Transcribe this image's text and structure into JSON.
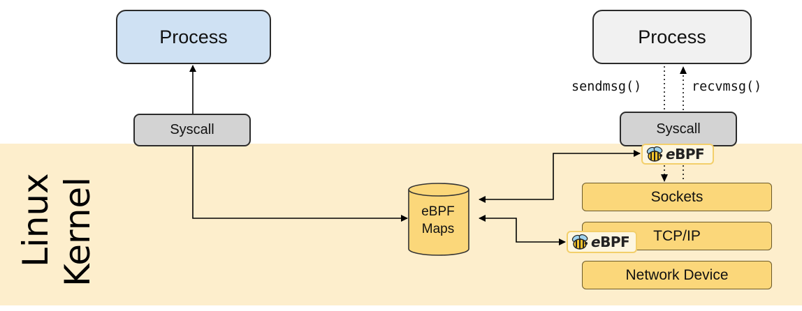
{
  "kernel": {
    "label_line1": "Linux",
    "label_line2": "Kernel"
  },
  "user_space": {
    "process_left": "Process",
    "process_right": "Process",
    "syscall_left": "Syscall",
    "syscall_right": "Syscall",
    "sendmsg": "sendmsg()",
    "recvmsg": "recvmsg()"
  },
  "network_stack": {
    "sockets": "Sockets",
    "tcpip": "TCP/IP",
    "network_device": "Network Device"
  },
  "ebpf": {
    "badge_prefix": "e",
    "badge_suffix": "BPF",
    "maps_line1": "eBPF",
    "maps_line2": "Maps"
  },
  "colors": {
    "kernel_background": "#fdeecc",
    "left_process": "#cfe1f3",
    "right_process": "#f1f1f1",
    "syscall": "#d3d3d3",
    "stack_layer": "#fbd77a",
    "ebpf_badge_border": "#f3cf6a"
  },
  "icons": [
    "bee-icon",
    "ebpf-maps-cylinder-icon"
  ]
}
